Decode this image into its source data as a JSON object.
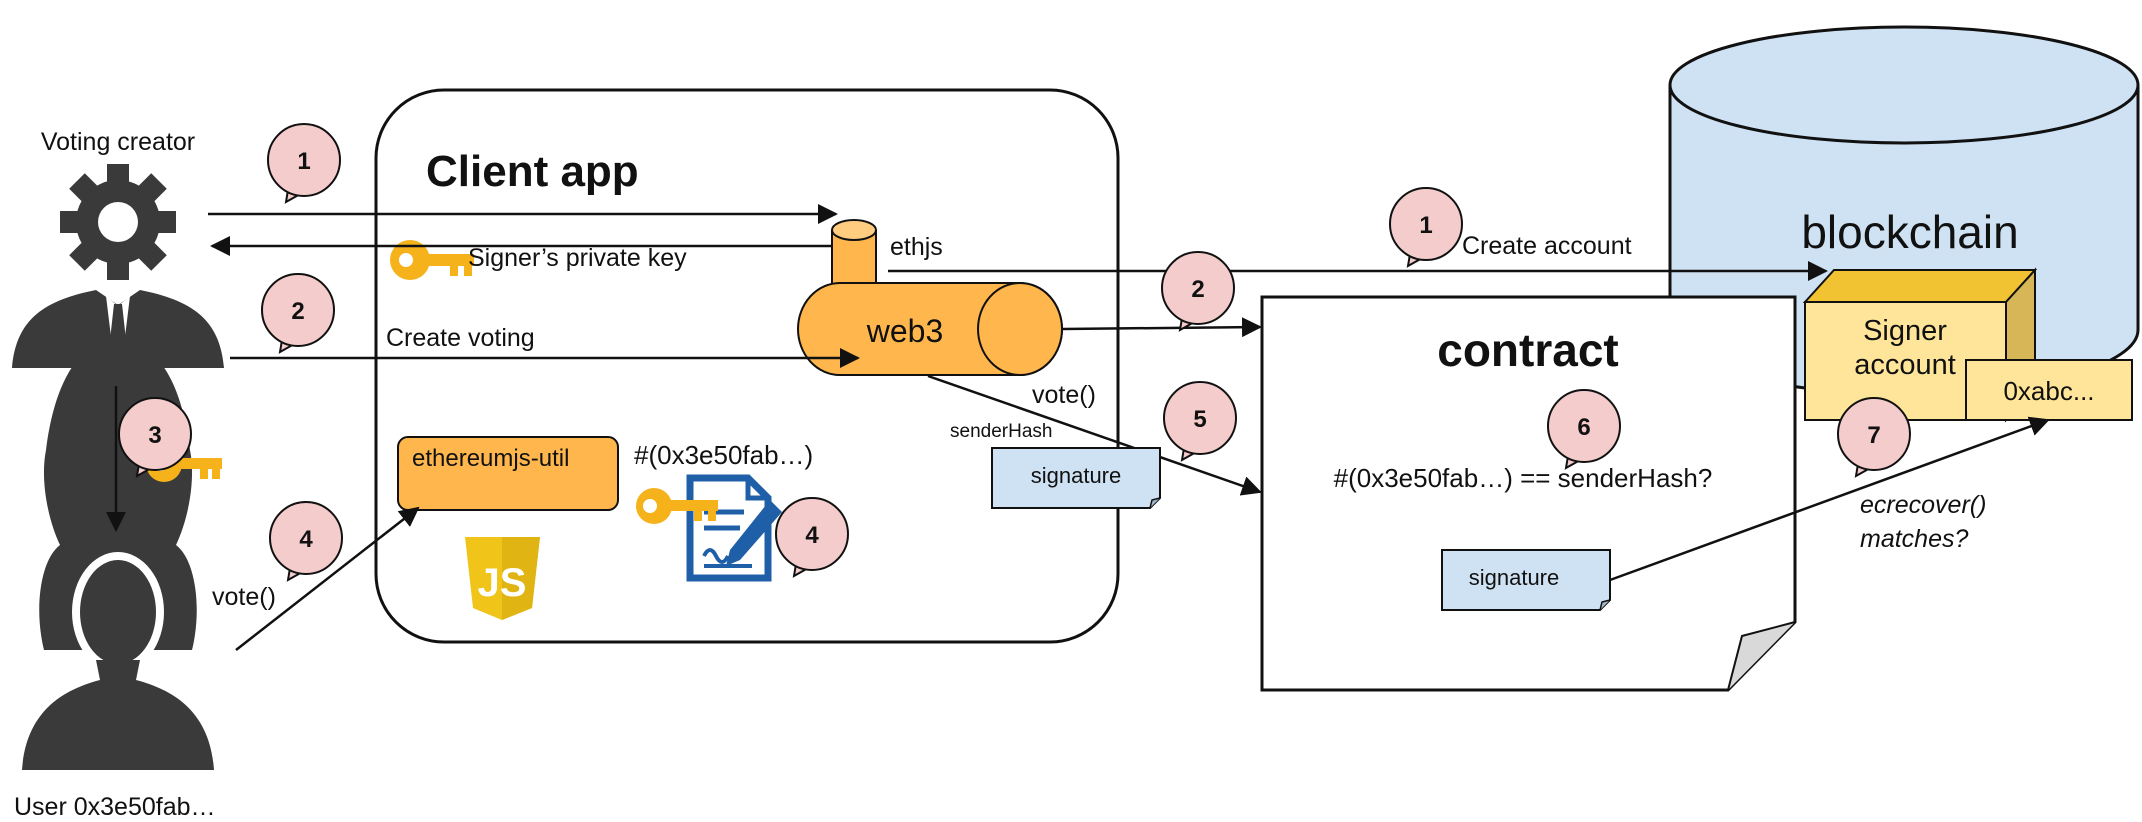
{
  "actors": {
    "creator": "Voting creator",
    "user": "User 0x3e50fab…"
  },
  "client_app": {
    "title": "Client app",
    "ethjs": "ethjs",
    "web3": "web3",
    "util": "ethereumjs-util",
    "hash": "#(0x3e50fab…)",
    "js_logo": "JS"
  },
  "edges": {
    "private_key": "Signer’s private key",
    "create_voting": "Create voting",
    "create_account": "Create account",
    "vote_user": "vote()",
    "vote_web3": "vote()",
    "sender_hash": "senderHash",
    "signature": "signature",
    "ecrecover": "ecrecover()",
    "matches": "matches?"
  },
  "contract": {
    "title": "contract",
    "check": "#(0x3e50fab…) == senderHash?",
    "signature": "signature"
  },
  "blockchain": {
    "title": "blockchain",
    "signer_line1": "Signer",
    "signer_line2": "account",
    "address": "0xabc..."
  },
  "steps": {
    "s1a": "1",
    "s1b": "1",
    "s2a": "2",
    "s2b": "2",
    "s3": "3",
    "s4a": "4",
    "s4b": "4",
    "s5": "5",
    "s6": "6",
    "s7": "7"
  },
  "colors": {
    "web3_fill": "#ffb74d",
    "util_fill": "#ffb74d",
    "db_fill": "#cfe2f3",
    "signer_fill": "#ffe599",
    "note_fill": "#cfe2f3",
    "bubble_fill": "#f4cccc",
    "key_color": "#f6b21b",
    "icon_dark": "#3a3a3a",
    "doc_blue": "#1f5fa8",
    "js_yellow": "#f0c419"
  }
}
